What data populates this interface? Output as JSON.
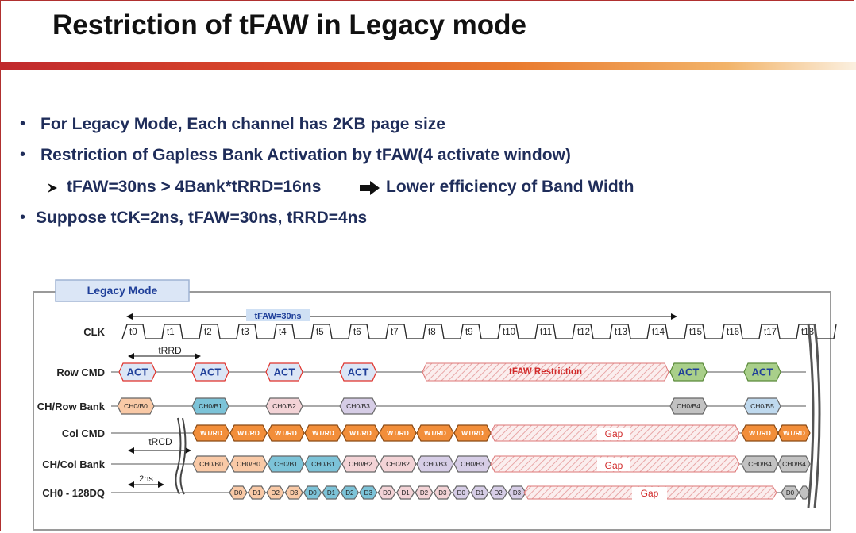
{
  "slide": {
    "title": "Restriction of tFAW in Legacy mode",
    "bullets": [
      "For Legacy Mode, Each channel has 2KB page size",
      "Restriction of  Gapless Bank Activation by tFAW(4 activate window)",
      "tFAW=30ns > 4Bank*tRRD=16ns",
      "Lower efficiency of Band Width",
      "Suppose tCK=2ns, tFAW=30ns, tRRD=4ns"
    ]
  },
  "diagram": {
    "panel_label": "Legacy Mode",
    "tfaw_label": "tFAW=30ns",
    "trrd_label": "tRRD",
    "trcd_label": "tRCD",
    "tck_label": "2ns",
    "row_labels": [
      "CLK",
      "Row CMD",
      "CH/Row Bank",
      "Col CMD",
      "CH/Col Bank",
      "CH0 - 128DQ"
    ],
    "clock_ticks": [
      "t0",
      "t1",
      "t2",
      "t3",
      "t4",
      "t5",
      "t6",
      "t7",
      "t8",
      "t9",
      "t10",
      "t11",
      "t12",
      "t13",
      "t14",
      "t15",
      "t16",
      "t17",
      "t18"
    ],
    "act_label": "ACT",
    "restriction_label": "tFAW Restriction",
    "gap_label": "Gap",
    "row_banks": [
      "CH0/B0",
      "CH0/B1",
      "CH0/B2",
      "CH0/B3",
      "CH0/B4",
      "CH0/B5"
    ],
    "col_cmd": "WT/RD",
    "col_banks": [
      "CH0/B0",
      "CH0/B0",
      "CH0/B1",
      "CH0/B1",
      "CH0/B2",
      "CH0/B2",
      "CH0/B3",
      "CH0/B3",
      "CH0/B4",
      "CH0/B4"
    ],
    "dq": [
      "D0",
      "D1",
      "D2",
      "D3"
    ],
    "colors": {
      "act_fill": "#dbe6f6",
      "act_border": "#e0322b",
      "act_text": "#1f3f99",
      "act_green": "#a9cf8a",
      "wt_fill": "#f28e3a",
      "wt_text": "#ffffff",
      "b0": "#f9c9a6",
      "b1": "#7cc3d8",
      "b2": "#f3d3d6",
      "b3": "#d6cde6",
      "b4": "#c2c2c2",
      "b5": "#bfd9ee",
      "gap_text": "#d12a2a",
      "restriction_text": "#d12a2a"
    }
  }
}
